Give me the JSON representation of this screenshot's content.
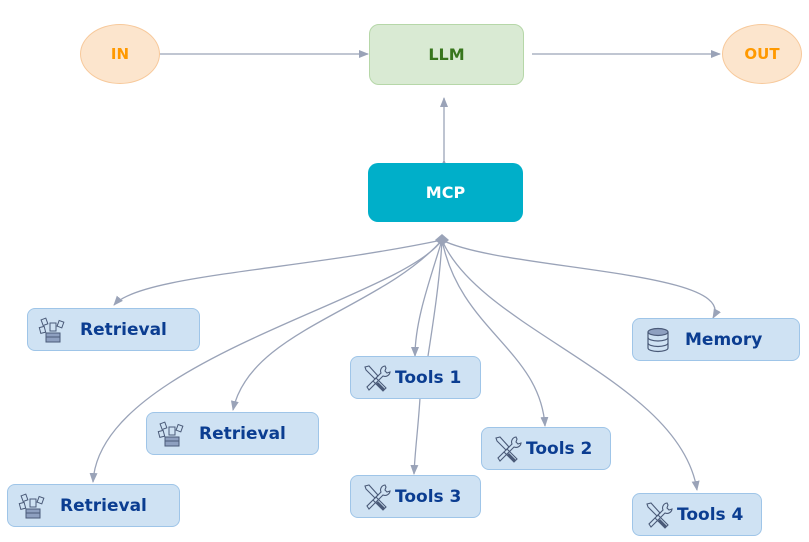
{
  "diagram": {
    "colors": {
      "edge": "#9aa3b8",
      "io_fill": "#fce5cd",
      "io_text": "#ff9900",
      "llm_fill": "#d9ead3",
      "llm_text": "#38761d",
      "mcp_fill": "#00afc9",
      "mcp_text": "#ffffff",
      "module_fill": "#cfe2f3",
      "module_text": "#0b3d91"
    },
    "nodes": {
      "in": {
        "label": "IN"
      },
      "llm": {
        "label": "LLM"
      },
      "out": {
        "label": "OUT"
      },
      "mcp": {
        "label": "MCP"
      },
      "retrieval_1": {
        "label": "Retrieval",
        "icon": "document-archive-icon"
      },
      "retrieval_2": {
        "label": "Retrieval",
        "icon": "document-archive-icon"
      },
      "retrieval_3": {
        "label": "Retrieval",
        "icon": "document-archive-icon"
      },
      "tools_1": {
        "label": "Tools 1",
        "icon": "tools-icon"
      },
      "tools_2": {
        "label": "Tools 2",
        "icon": "tools-icon"
      },
      "tools_3": {
        "label": "Tools 3",
        "icon": "tools-icon"
      },
      "tools_4": {
        "label": "Tools 4",
        "icon": "tools-icon"
      },
      "memory": {
        "label": "Memory",
        "icon": "database-icon"
      }
    },
    "edges": [
      {
        "from": "IN",
        "to": "LLM",
        "type": "directed"
      },
      {
        "from": "LLM",
        "to": "OUT",
        "type": "directed"
      },
      {
        "from": "LLM",
        "to": "MCP",
        "type": "bidirectional"
      },
      {
        "from": "MCP",
        "to": "Retrieval (1)",
        "type": "directed"
      },
      {
        "from": "MCP",
        "to": "Retrieval (2)",
        "type": "directed"
      },
      {
        "from": "MCP",
        "to": "Retrieval (3)",
        "type": "directed"
      },
      {
        "from": "MCP",
        "to": "Tools 1",
        "type": "directed"
      },
      {
        "from": "MCP",
        "to": "Tools 2",
        "type": "directed"
      },
      {
        "from": "MCP",
        "to": "Tools 3",
        "type": "directed"
      },
      {
        "from": "MCP",
        "to": "Tools 4",
        "type": "directed"
      },
      {
        "from": "MCP",
        "to": "Memory",
        "type": "directed"
      }
    ]
  }
}
